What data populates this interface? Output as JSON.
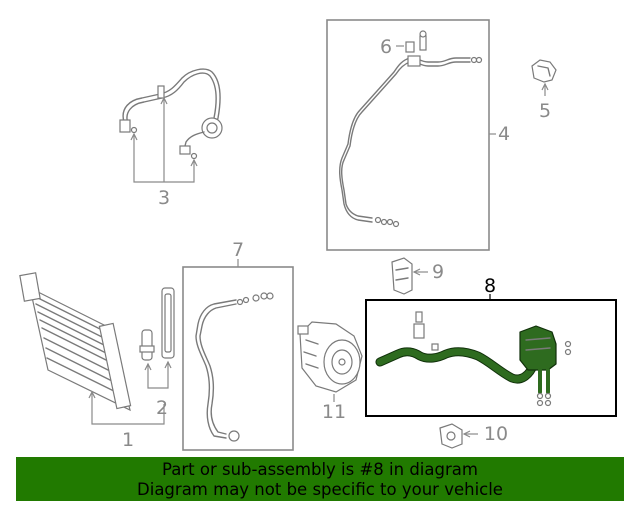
{
  "callouts": {
    "c1": "1",
    "c2": "2",
    "c3": "3",
    "c4": "4",
    "c5": "5",
    "c6": "6",
    "c7": "7",
    "c8": "8",
    "c9": "9",
    "c10": "10",
    "c11": "11"
  },
  "highlight": {
    "part_number": "8",
    "color": "#2e6b1f"
  },
  "banner": {
    "line1": "Part or sub-assembly is #8 in diagram",
    "line2": "Diagram may not be specific to your vehicle",
    "background": "#217a00"
  }
}
